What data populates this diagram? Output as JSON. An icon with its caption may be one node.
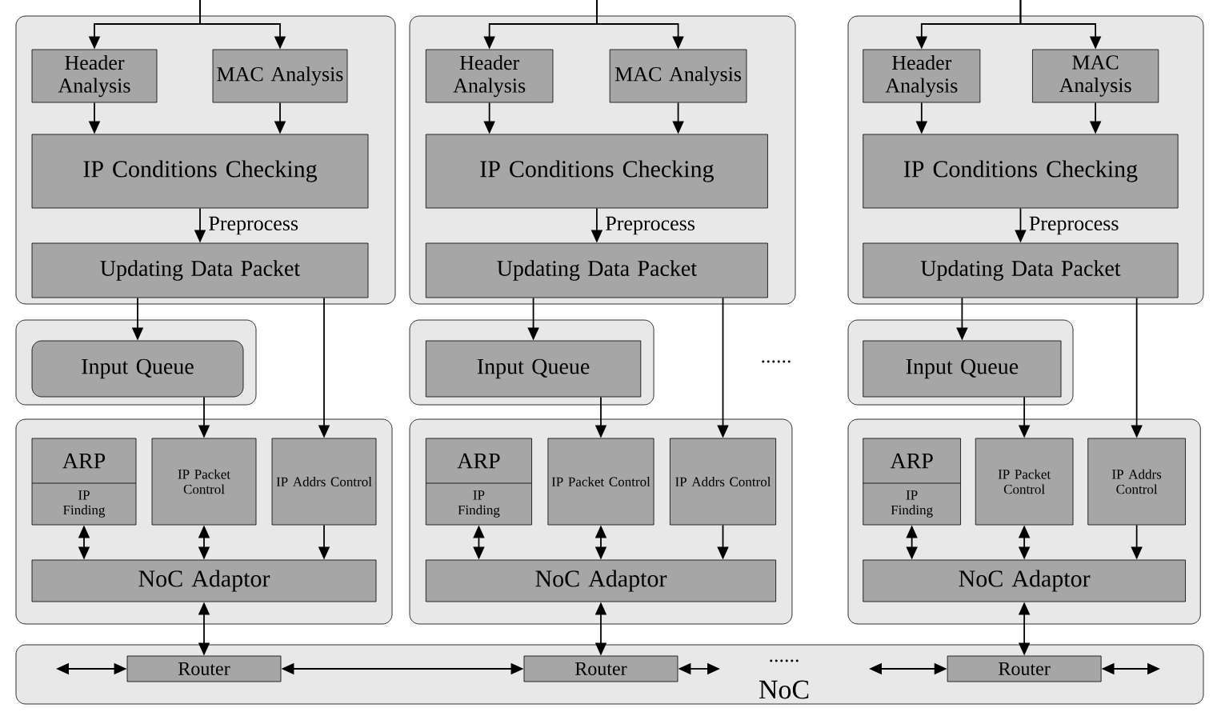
{
  "diagram": {
    "nodes": [
      {
        "text": [],
        "shape": "box"
      },
      {
        "text": [
          "Header Analysis"
        ],
        "in": 0
      },
      {
        "text": [
          "MAC Analysis"
        ],
        "in": 0
      },
      {
        "text": [
          "IP Conditions Checking"
        ],
        "in": 0
      },
      {
        "text": [
          "Updating Data Packet"
        ],
        "in": 0
      },
      {
        "text": [],
        "shape": "box"
      },
      {
        "text": [
          "Input Queue"
        ],
        "in": 5
      },
      {
        "text": [],
        "shape": "box"
      },
      {
        "text": [
          "ARP",
          "IP Finding"
        ],
        "in": 7
      },
      {
        "text": [
          "IP Packet Control"
        ],
        "in": 7
      },
      {
        "text": [
          "IP Addrs Control"
        ],
        "in": 7
      },
      {
        "text": [
          "NoC Adaptor"
        ],
        "in": 7
      },
      {
        "text": [],
        "shape": "box"
      },
      {
        "text": [
          "Header Analysis"
        ],
        "in": 12
      },
      {
        "text": [
          "MAC Analysis"
        ],
        "in": 12
      },
      {
        "text": [
          "IP Conditions Checking"
        ],
        "in": 12
      },
      {
        "text": [
          "Updating Data Packet"
        ],
        "in": 12
      },
      {
        "text": [],
        "shape": "box"
      },
      {
        "text": [
          "Input Queue"
        ],
        "in": 17
      },
      {
        "text": [],
        "shape": "box"
      },
      {
        "text": [
          "ARP",
          "IP Finding"
        ],
        "in": 19
      },
      {
        "text": [
          "IP Packet Control"
        ],
        "in": 19
      },
      {
        "text": [
          "IP Addrs Control"
        ],
        "in": 19
      },
      {
        "text": [
          "NoC Adaptor"
        ],
        "in": 19
      },
      {
        "text": [],
        "shape": "box"
      },
      {
        "text": [
          "Header Analysis"
        ],
        "in": 24
      },
      {
        "text": [
          "MAC Analysis"
        ],
        "in": 24
      },
      {
        "text": [
          "IP Conditions Checking"
        ],
        "in": 24
      },
      {
        "text": [
          "Updating Data Packet"
        ],
        "in": 24
      },
      {
        "text": [],
        "shape": "box"
      },
      {
        "text": [
          "Input Queue"
        ],
        "in": 29
      },
      {
        "text": [],
        "shape": "box"
      },
      {
        "text": [
          "ARP",
          "IP Finding"
        ],
        "in": 31
      },
      {
        "text": [
          "IP Packet Control"
        ],
        "in": 31
      },
      {
        "text": [
          "IP Addrs Control"
        ],
        "in": 31
      },
      {
        "text": [
          "NoC Adaptor"
        ],
        "in": 31
      },
      {
        "text": [
          "NoC"
        ]
      },
      {
        "text": [
          "Router"
        ],
        "in": 36
      },
      {
        "text": [
          "Router"
        ],
        "in": 36
      },
      {
        "text": [
          "Router"
        ],
        "in": 36
      }
    ],
    "edges": [
      {
        "from": null,
        "to": 1,
        "arrow": "to"
      },
      {
        "from": null,
        "to": 2,
        "arrow": "to"
      },
      {
        "from": 1,
        "to": 3,
        "arrow": "to"
      },
      {
        "from": 2,
        "to": 3,
        "arrow": "to"
      },
      {
        "from": 3,
        "to": 4,
        "arrow": "to",
        "label": "Preprocess"
      },
      {
        "from": 4,
        "to": 6,
        "arrow": "to"
      },
      {
        "from": 4,
        "to": 10,
        "arrow": "to"
      },
      {
        "from": 6,
        "to": 9,
        "arrow": "to"
      },
      {
        "from": 8,
        "to": 11,
        "arrow": "both"
      },
      {
        "from": 9,
        "to": 11,
        "arrow": "both"
      },
      {
        "from": 10,
        "to": 11,
        "arrow": "to"
      },
      {
        "from": 11,
        "to": 37,
        "arrow": "both"
      },
      {
        "from": null,
        "to": 13,
        "arrow": "to"
      },
      {
        "from": null,
        "to": 14,
        "arrow": "to"
      },
      {
        "from": 13,
        "to": 15,
        "arrow": "to"
      },
      {
        "from": 14,
        "to": 15,
        "arrow": "to"
      },
      {
        "from": 15,
        "to": 16,
        "arrow": "to",
        "label": "Preprocess"
      },
      {
        "from": 16,
        "to": 18,
        "arrow": "to"
      },
      {
        "from": 16,
        "to": 22,
        "arrow": "to"
      },
      {
        "from": 18,
        "to": 21,
        "arrow": "to"
      },
      {
        "from": 20,
        "to": 23,
        "arrow": "both"
      },
      {
        "from": 21,
        "to": 23,
        "arrow": "both"
      },
      {
        "from": 22,
        "to": 23,
        "arrow": "to"
      },
      {
        "from": 23,
        "to": 38,
        "arrow": "both"
      },
      {
        "from": null,
        "to": 25,
        "arrow": "to"
      },
      {
        "from": null,
        "to": 26,
        "arrow": "to"
      },
      {
        "from": 25,
        "to": 27,
        "arrow": "to"
      },
      {
        "from": 26,
        "to": 27,
        "arrow": "to"
      },
      {
        "from": 27,
        "to": 28,
        "arrow": "to",
        "label": "Preprocess"
      },
      {
        "from": 28,
        "to": 30,
        "arrow": "to"
      },
      {
        "from": 28,
        "to": 34,
        "arrow": "to"
      },
      {
        "from": 30,
        "to": 33,
        "arrow": "to"
      },
      {
        "from": 32,
        "to": 35,
        "arrow": "both"
      },
      {
        "from": 33,
        "to": 35,
        "arrow": "both"
      },
      {
        "from": 34,
        "to": 35,
        "arrow": "to"
      },
      {
        "from": 35,
        "to": 39,
        "arrow": "both"
      },
      {
        "from": null,
        "to": 37,
        "arrow": "both"
      },
      {
        "from": 38,
        "to": 37,
        "arrow": "both"
      },
      {
        "from": 38,
        "to": null,
        "arrow": "both"
      },
      {
        "from": null,
        "to": 39,
        "arrow": "both"
      },
      {
        "from": 39,
        "to": null,
        "arrow": "both"
      }
    ],
    "labels": [
      "......",
      "......"
    ]
  }
}
